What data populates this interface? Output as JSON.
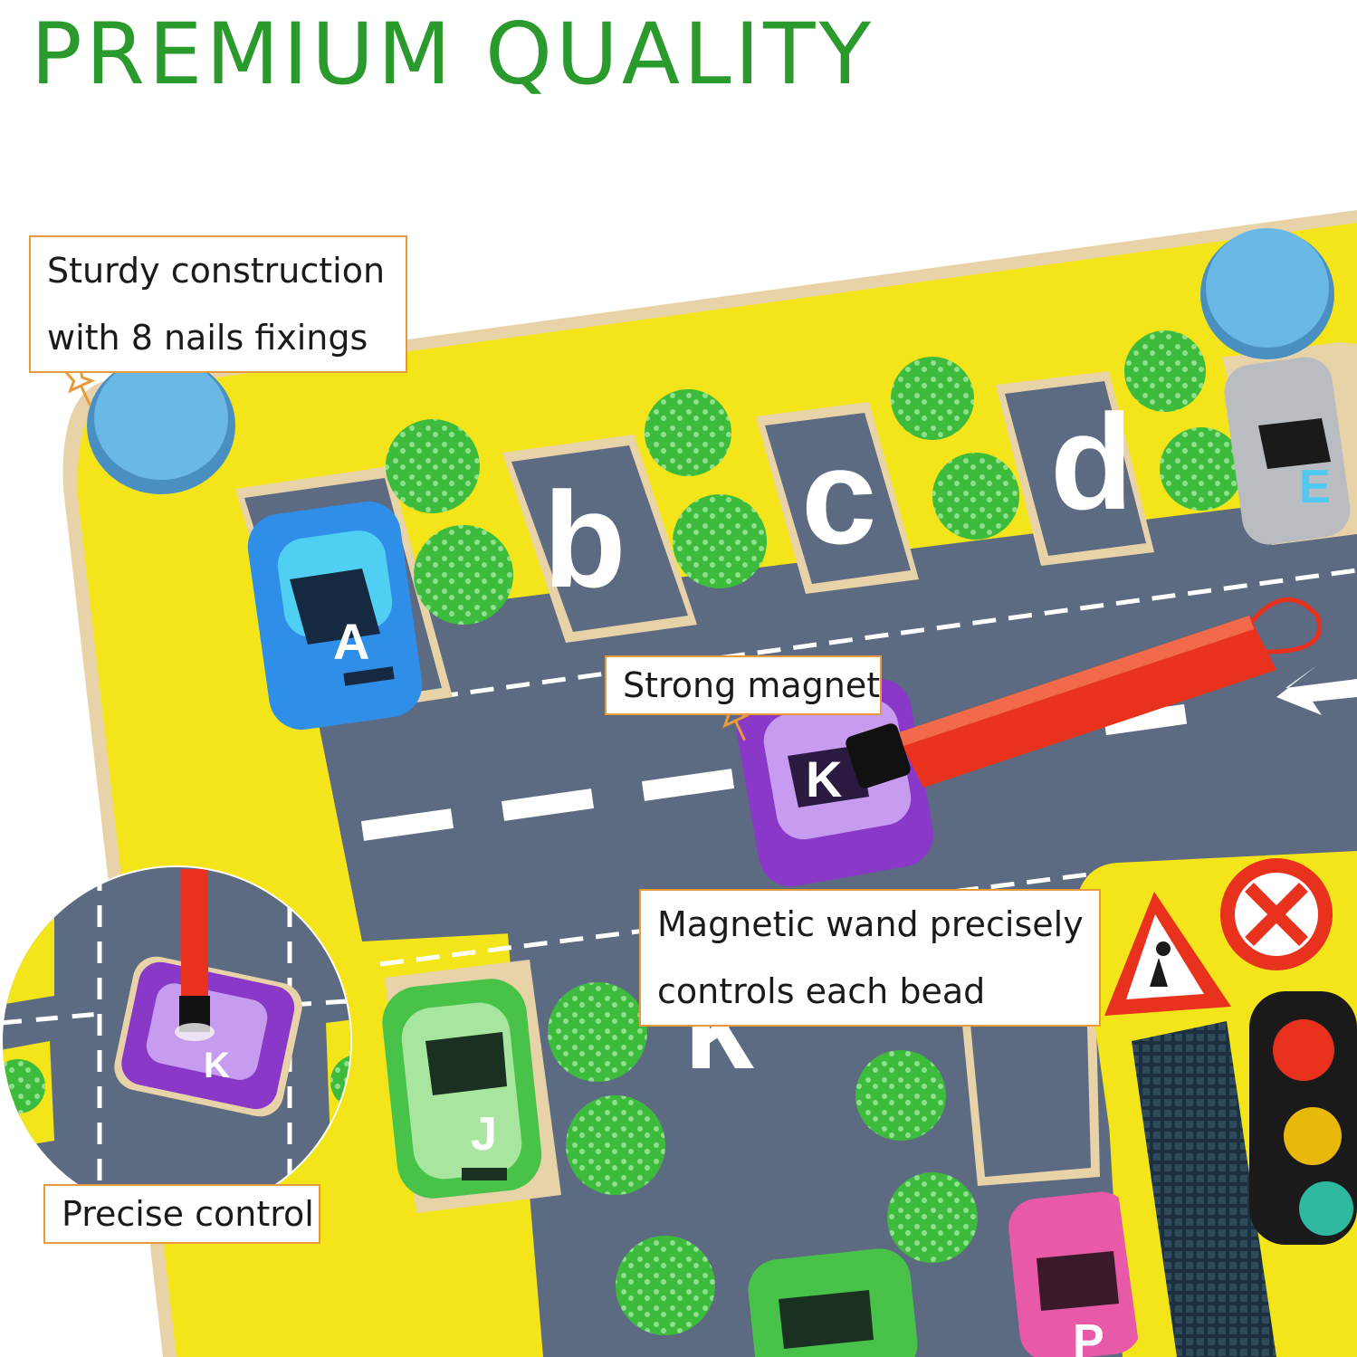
{
  "headline": "PREMIUM QUALITY",
  "colors": {
    "headline": "#2a9a2c",
    "board": "#f4e51a",
    "road": "#5c6b82",
    "wood": "#e8d2a8",
    "callout_border": "#e89a3a",
    "button": "#6ab8e6",
    "bush": "#3dbb3d",
    "wand": "#e8321e"
  },
  "callouts": {
    "sturdy": {
      "line1": "Sturdy construction",
      "line2": "with 8 nails fixings"
    },
    "magnet": {
      "line1": "Strong magnet"
    },
    "wand": {
      "line1": "Magnetic wand precisely",
      "line2": "controls each bead"
    },
    "precise": {
      "line1": "Precise control"
    }
  },
  "board": {
    "slot_letters": [
      "b",
      "c",
      "d",
      "k"
    ],
    "car_letters": {
      "a": "A",
      "e": "E",
      "k": "K",
      "j": "J",
      "zoom_k": "K",
      "p": "P"
    }
  }
}
